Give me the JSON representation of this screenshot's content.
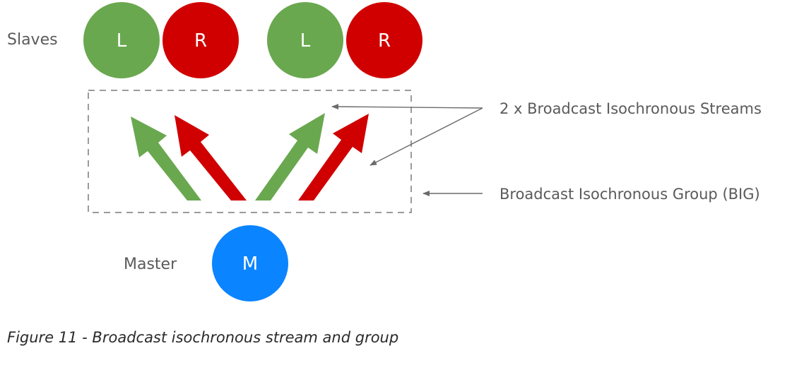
{
  "colors": {
    "left": "#6aa84f",
    "right": "#d00000",
    "master": "#0b84ff",
    "text": "#5a5a5a",
    "box_border": "#7a7a7a",
    "pointer": "#6b6b6b"
  },
  "slaves": {
    "label": "Slaves",
    "nodes": [
      {
        "letter": "L",
        "channel": "left"
      },
      {
        "letter": "R",
        "channel": "right"
      },
      {
        "letter": "L",
        "channel": "left"
      },
      {
        "letter": "R",
        "channel": "right"
      }
    ]
  },
  "master": {
    "label": "Master",
    "letter": "M"
  },
  "streams": [
    {
      "channel": "left"
    },
    {
      "channel": "right"
    },
    {
      "channel": "left"
    },
    {
      "channel": "right"
    }
  ],
  "annotations": {
    "streams": "2 x Broadcast Isochronous Streams",
    "group": "Broadcast Isochronous Group (BIG)"
  },
  "caption": "Figure 11 - Broadcast isochronous stream and group"
}
